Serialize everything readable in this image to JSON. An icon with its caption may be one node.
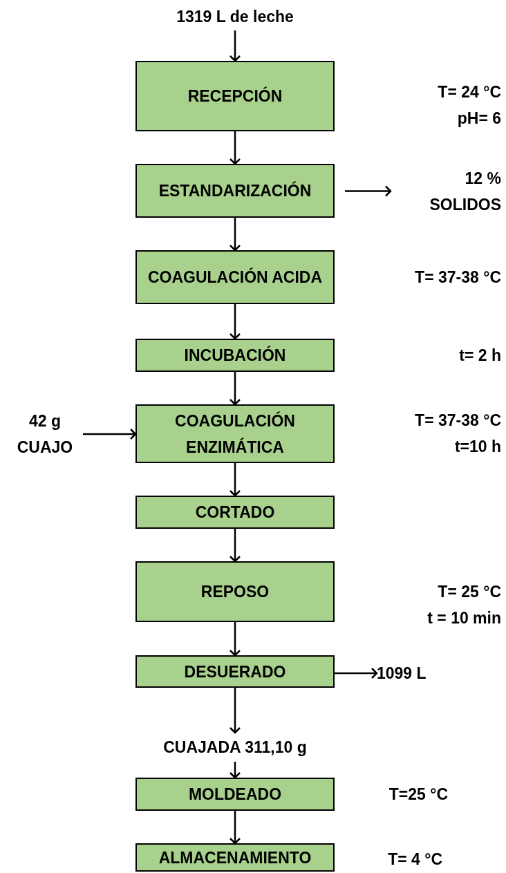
{
  "diagram": {
    "nodes": [
      {
        "text": [
          "1319 L de leche"
        ]
      },
      {
        "text": [
          "RECEPCIÓN"
        ],
        "beside": [
          "T= 24 °C",
          "pH= 6"
        ]
      },
      {
        "text": [
          "ESTANDARIZACIÓN"
        ]
      },
      {
        "text": [
          "12 % SOLIDOS"
        ]
      },
      {
        "text": [
          "COAGULACIÓN ACIDA"
        ]
      },
      {
        "text": [
          "INCUBACIÓN"
        ]
      },
      {
        "text": [
          "42 g CUAJO"
        ]
      },
      {
        "text": [
          "COAGULACIÓN ENZIMÁTICA"
        ],
        "beside": [
          "T= 37-38 °C",
          "t=10 h"
        ]
      },
      {
        "text": [
          "CORTADO"
        ]
      },
      {
        "text": [
          "REPOSO"
        ],
        "beside": [
          "T= 25 °C",
          "t = 10 min"
        ]
      },
      {
        "text": [
          "DESUERADO"
        ]
      },
      {
        "text": [
          "1099 L"
        ]
      },
      {
        "text": [
          "CUAJADA 311,10 g"
        ]
      },
      {
        "text": [
          "MOLDEADO"
        ],
        "beside": [
          "T=25 °C"
        ]
      },
      {
        "text": [
          "ALMACENAMIENTO"
        ],
        "beside": [
          "T= 4 °C"
        ]
      }
    ],
    "edges": [
      {
        "from": 0,
        "to": 1,
        "arrow": "to"
      },
      {
        "from": 1,
        "to": 2,
        "arrow": "to"
      },
      {
        "from": 2,
        "to": 3,
        "arrow": "to"
      },
      {
        "from": 2,
        "to": 4,
        "arrow": "to"
      },
      {
        "from": 4,
        "to": 5,
        "arrow": "to"
      },
      {
        "from": 5,
        "to": 7,
        "arrow": "to"
      },
      {
        "from": 6,
        "to": 7,
        "arrow": "to"
      },
      {
        "from": 7,
        "to": 8,
        "arrow": "to"
      },
      {
        "from": 8,
        "to": 9,
        "arrow": "to"
      },
      {
        "from": 9,
        "to": 10,
        "arrow": "to"
      },
      {
        "from": 10,
        "to": 11,
        "arrow": "to"
      },
      {
        "from": 10,
        "to": 12,
        "arrow": "to"
      },
      {
        "from": 12,
        "to": 13,
        "arrow": "to"
      },
      {
        "from": 13,
        "to": 14,
        "arrow": "to"
      }
    ],
    "labels": [
      "T= 37-38 °C",
      "t= 2 h"
    ]
  }
}
